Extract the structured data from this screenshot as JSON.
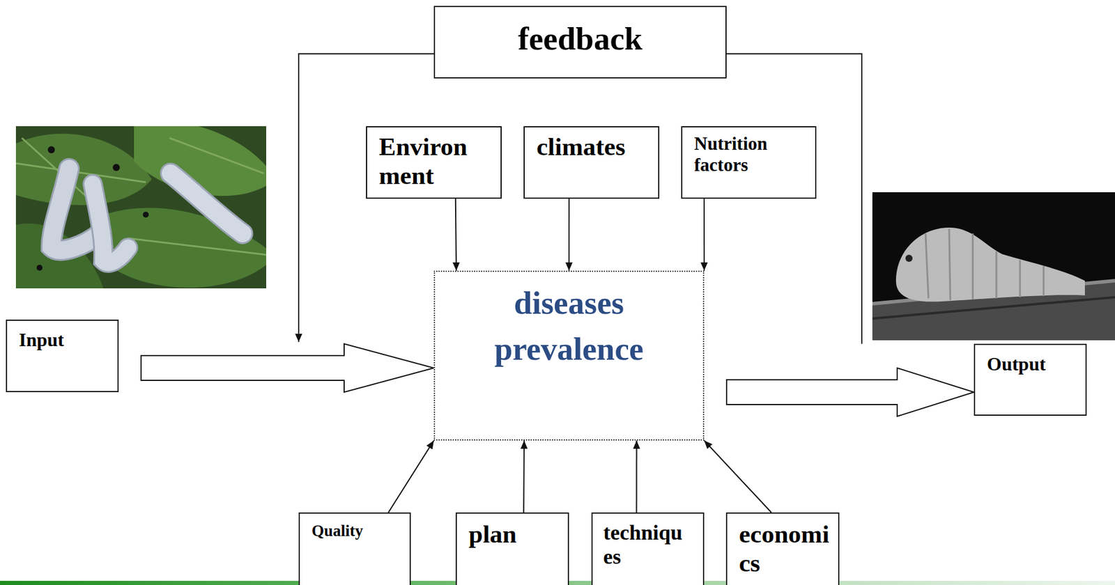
{
  "diagram": {
    "nodes": [
      {
        "text": [
          "feedback"
        ]
      },
      {
        "text": [
          "Environ ment"
        ]
      },
      {
        "text": [
          "climates"
        ]
      },
      {
        "text": [
          "Nutrition factors"
        ]
      },
      {
        "text": [
          "Input"
        ]
      },
      {
        "text": [
          "diseases prevalence"
        ]
      },
      {
        "text": [
          "Output"
        ]
      },
      {
        "text": [
          "Quality"
        ]
      },
      {
        "text": [
          "plan"
        ]
      },
      {
        "text": [
          "techniqu es"
        ]
      },
      {
        "text": [
          "economi cs"
        ]
      }
    ],
    "edges": [
      {
        "from": 1,
        "to": 5,
        "arrow": "to"
      },
      {
        "from": 2,
        "to": 5,
        "arrow": "to"
      },
      {
        "from": 3,
        "to": 5,
        "arrow": "to"
      },
      {
        "from": 7,
        "to": 5,
        "arrow": "to"
      },
      {
        "from": 8,
        "to": 5,
        "arrow": "to"
      },
      {
        "from": 9,
        "to": 5,
        "arrow": "to"
      },
      {
        "from": 10,
        "to": 5,
        "arrow": "to"
      },
      {
        "from": 4,
        "to": 5,
        "arrow": "to"
      },
      {
        "from": 5,
        "to": 6,
        "arrow": "to"
      },
      {
        "from": 6,
        "to": 0,
        "arrow": "none"
      },
      {
        "from": 0,
        "to": 5,
        "arrow": "to"
      }
    ]
  }
}
